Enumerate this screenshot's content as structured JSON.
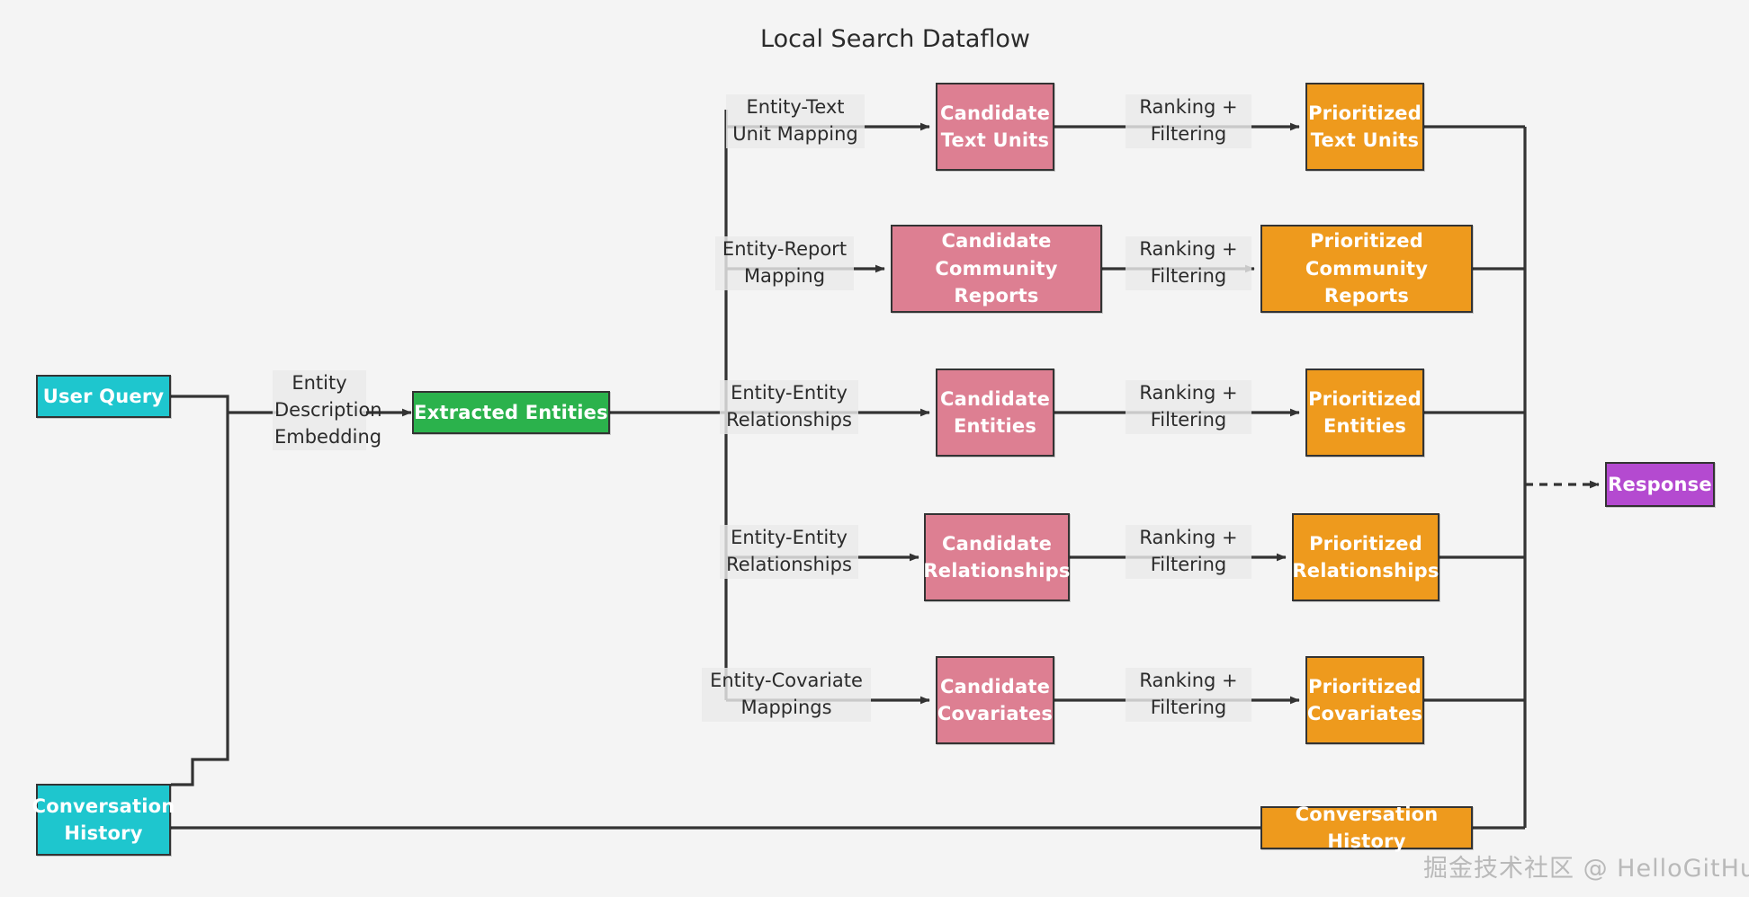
{
  "title": "Local Search Dataflow",
  "watermark": "掘金技术社区 @ HelloGitHub",
  "colors": {
    "background": "#f4f4f4",
    "cyan": "#1ec6ce",
    "green": "#2bb24c",
    "pink": "#dd7f92",
    "orange": "#ee9a1d",
    "purple": "#b44ad0",
    "stroke": "#333333",
    "text_dark": "#2b2b2b"
  },
  "nodes": {
    "user_query": "User Query",
    "conversation_history_input": "Conversation History",
    "extracted_entities": "Extracted Entities",
    "candidate_text_units": "Candidate\nText Units",
    "candidate_community_reports": "Candidate\nCommunity Reports",
    "candidate_entities": "Candidate\nEntities",
    "candidate_relationships": "Candidate\nRelationships",
    "candidate_covariates": "Candidate\nCovariates",
    "prioritized_text_units": "Prioritized\nText Units",
    "prioritized_community_reports": "Prioritized\nCommunity Reports",
    "prioritized_entities": "Prioritized\nEntities",
    "prioritized_relationships": "Prioritized\nRelationships",
    "prioritized_covariates": "Prioritized\nCovariates",
    "conversation_history_output": "Conversation History",
    "response": "Response"
  },
  "edge_labels": {
    "entity_description_embedding": "Entity\nDescription\nEmbedding",
    "entity_text_unit_mapping": "Entity-Text\nUnit Mapping",
    "entity_report_mapping": "Entity-Report\nMapping",
    "entity_entity_relationships_1": "Entity-Entity\nRelationships",
    "entity_entity_relationships_2": "Entity-Entity\nRelationships",
    "entity_covariate_mappings": "Entity-Covariate\nMappings",
    "ranking_filtering_1": "Ranking +\nFiltering",
    "ranking_filtering_2": "Ranking +\nFiltering",
    "ranking_filtering_3": "Ranking +\nFiltering",
    "ranking_filtering_4": "Ranking +\nFiltering",
    "ranking_filtering_5": "Ranking +\nFiltering"
  }
}
